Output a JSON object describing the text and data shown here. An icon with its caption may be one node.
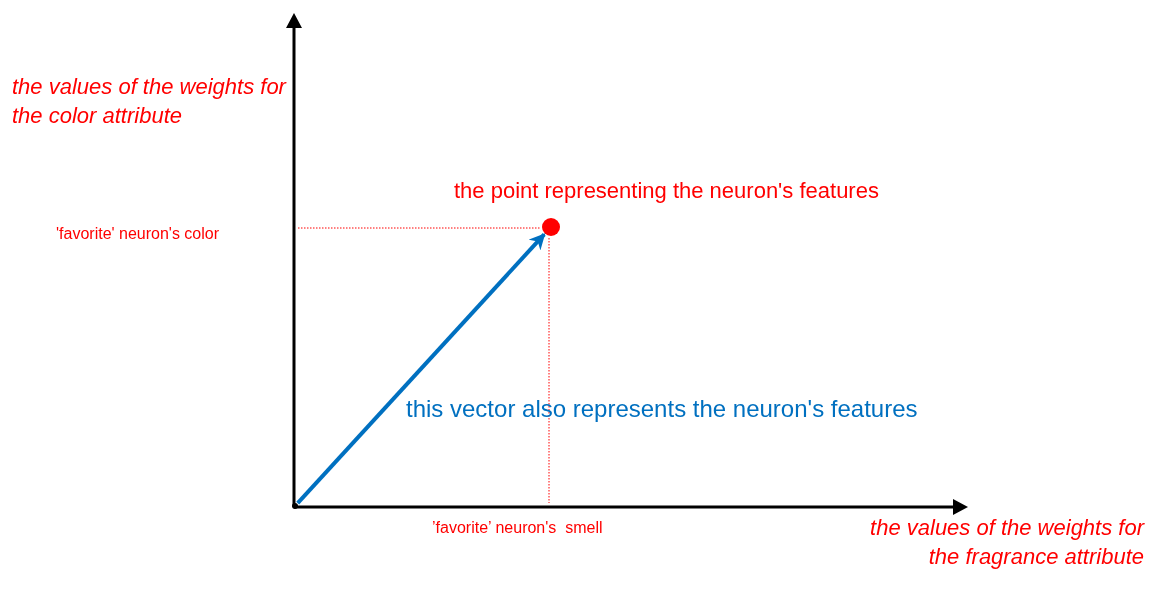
{
  "diagram": {
    "nodes": [
      {
        "text": [],
        "shape": "circle",
        "beside": [
          "the point representing the neuron's features"
        ]
      },
      {
        "text": [],
        "shape": "circle"
      }
    ],
    "edges": [
      {
        "from": 1,
        "to": 0,
        "arrow": "to"
      }
    ],
    "labels": [
      "the values of the weights for the color attribute",
      "'favorite' neuron's color",
      "this vector also represents the neuron's features",
      "’favorite’ neuron's  smell",
      "the values of the weights for the fragrance attribute"
    ]
  }
}
